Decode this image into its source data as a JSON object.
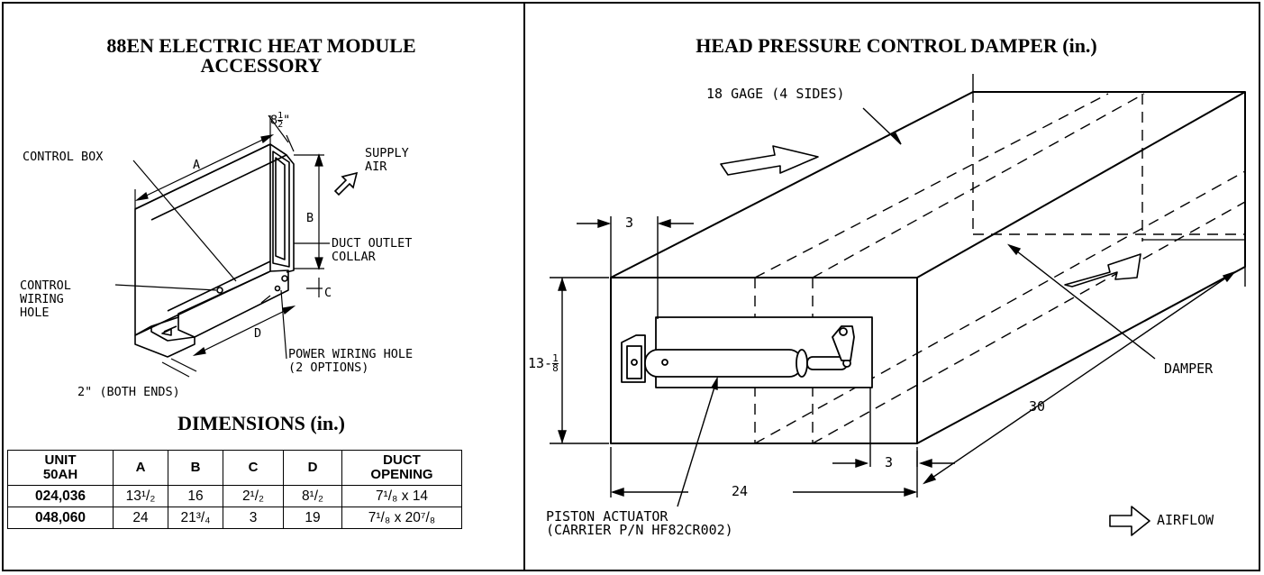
{
  "left_panel": {
    "title_line1": "88EN ELECTRIC HEAT MODULE",
    "title_line2": "ACCESSORY",
    "labels": {
      "width_dim": "8",
      "width_frac_num": "1",
      "width_frac_den": "2",
      "width_unit": "\"",
      "a": "A",
      "b": "B",
      "c": "C",
      "d": "D",
      "control_box": "CONTROL BOX",
      "supply_air": "SUPPLY\nAIR",
      "duct_outlet_collar": "DUCT OUTLET\nCOLLAR",
      "control_wiring_hole": "CONTROL\nWIRING\nHOLE",
      "power_wiring_hole": "POWER WIRING HOLE\n(2 OPTIONS)",
      "both_ends": "2\" (BOTH ENDS)"
    },
    "dimensions_title": "DIMENSIONS (in.)",
    "table": {
      "headers": [
        "UNIT\n50AH",
        "A",
        "B",
        "C",
        "D",
        "DUCT\nOPENING"
      ],
      "rows": [
        [
          "024,036",
          "13¹/₂",
          "16",
          "2¹/₂",
          "8¹/₂",
          "7¹/₈ x 14"
        ],
        [
          "048,060",
          "24",
          "21³/₄",
          "3",
          "19",
          "7¹/₈ x 20⁷/₈"
        ]
      ]
    }
  },
  "right_panel": {
    "title": "HEAD PRESSURE CONTROL DAMPER (in.)",
    "labels": {
      "gage": "18 GAGE (4 SIDES)",
      "dim_3_top": "3",
      "dim_13": "13-",
      "dim_13_frac_num": "1",
      "dim_13_frac_den": "8",
      "damper": "DAMPER",
      "dim_30": "30",
      "dim_3_bottom": "3",
      "dim_24": "24",
      "piston_actuator": "PISTON ACTUATOR\n(CARRIER P/N HF82CR002)",
      "airflow": "AIRFLOW"
    }
  }
}
